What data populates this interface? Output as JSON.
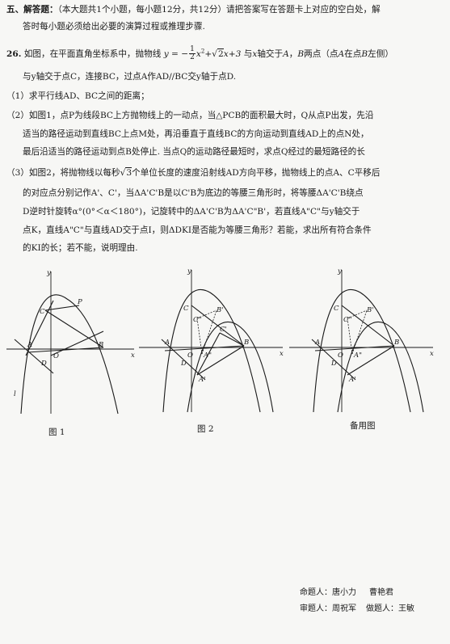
{
  "section": {
    "title": "五、解答题：",
    "desc": "（本大题共1个小题，每小题12分，共12分）请把答案写在答题卡上对应的空白处，解",
    "desc2": "答时每小题必须给出必要的演算过程或推理步骤."
  },
  "problem": {
    "number": "26.",
    "intro_a": "如图，在平面直角坐标系中，抛物线",
    "intro_b": "与",
    "intro_c": "轴交于",
    "intro_d": "两点（点",
    "intro_e": "在点",
    "intro_f": "左侧）",
    "line2": "与y轴交于点C，连接BC，过点A作AD//BC交y轴于点D.",
    "q1": "（1）求平行线AD、BC之间的距离；",
    "q2_l1": "（2）如图1，点P为线段BC上方抛物线上的一动点，当△PCB的面积最大时，Q从点P出发，先沿",
    "q2_l2": "适当的路径运动到直线BC上点M处，再沿垂直于直线BC的方向运动到直线AD上的点N处，",
    "q2_l3": "最后沿适当的路径运动到点B处停止. 当点Q的运动路径最短时，求点Q经过的最短路径的长",
    "q3_l1a": "（3）如图2，将抛物线以每秒",
    "q3_l1b": "个单位长度的速度沿射线AD方向平移，抛物线上的点A、C平移后",
    "q3_l2": "的对应点分别记作A'、C'，当ΔA'C'B是以C'B为底边的等腰三角形时，将等腰ΔA'C'B绕点",
    "q3_l3": "D逆时针旋转α°(0°＜α＜180°)，记旋转中的ΔA'C'B为ΔA'C\"B'，若直线A\"C\"与y轴交于",
    "q3_l4": "点K，直线A\"C\"与直线AD交于点I，则ΔDKI是否能为等腰三角形？若能，求出所有符合条件",
    "q3_l5": "的KI的长；若不能，说明理由."
  },
  "math": {
    "y_eq": "y = −",
    "half_num": "1",
    "half_den": "2",
    "x2_x": "x",
    "x2_sup": "2",
    "plus": "+",
    "sqrt2": "2",
    "tail": "x+3",
    "var_x": "x",
    "A": "A",
    "B": "B",
    "comma": "，",
    "sqrt3": "3"
  },
  "figures": {
    "fig1_caption": "图 1",
    "fig2_caption": "图 2",
    "fig3_caption": "备用图",
    "labels": {
      "y": "y",
      "x": "x",
      "O": "O",
      "A": "A",
      "B": "B",
      "C": "C",
      "D": "D",
      "P": "P",
      "Aprime": "A'",
      "Cprime": "C'",
      "Adprime": "A\"",
      "Cdprime": "C\"",
      "Bprime": "B'",
      "l": "l"
    }
  },
  "footer": {
    "setter_label": "命题人：",
    "setter_1": "唐小力",
    "setter_2": "曹艳君",
    "reviewer_label": "审题人：",
    "reviewer": "周祝军",
    "typist_label": "做题人：",
    "typist": "王敏"
  }
}
